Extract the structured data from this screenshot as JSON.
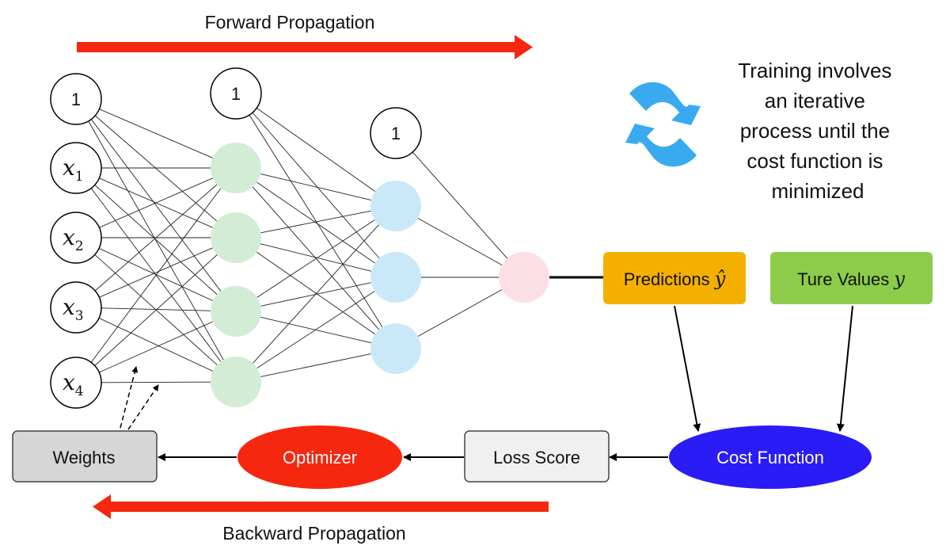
{
  "forward": {
    "label": "Forward Propagation",
    "color": "#f5270f"
  },
  "backward": {
    "label": "Backward Propagation",
    "color": "#f5270f"
  },
  "training_note": {
    "lines": [
      "Training involves",
      "an iterative",
      "process until the",
      "cost function is",
      "minimized"
    ],
    "icon": "refresh-cycle-icon",
    "icon_color": "#3aaaf0"
  },
  "network": {
    "bias_label": "1",
    "inputs": [
      {
        "var": "x",
        "sub": "1"
      },
      {
        "var": "x",
        "sub": "2"
      },
      {
        "var": "x",
        "sub": "3"
      },
      {
        "var": "x",
        "sub": "4"
      }
    ],
    "hidden1_color": "#d3ecd6",
    "hidden2_color": "#c9e9f8",
    "output_color": "#fbdfe4"
  },
  "predictions": {
    "text": "Predictions ",
    "symbol": "ŷ",
    "color": "#f4b000"
  },
  "true_values": {
    "text": "Ture Values ",
    "symbol": "y",
    "color": "#8dcc4a"
  },
  "cost_function": {
    "label": "Cost Function",
    "color": "#2a1cf5"
  },
  "loss_score": {
    "label": "Loss Score",
    "color": "#f0f0f0"
  },
  "optimizer": {
    "label": "Optimizer",
    "color": "#f5270f"
  },
  "weights": {
    "label": "Weights",
    "color": "#d6d6d6"
  }
}
